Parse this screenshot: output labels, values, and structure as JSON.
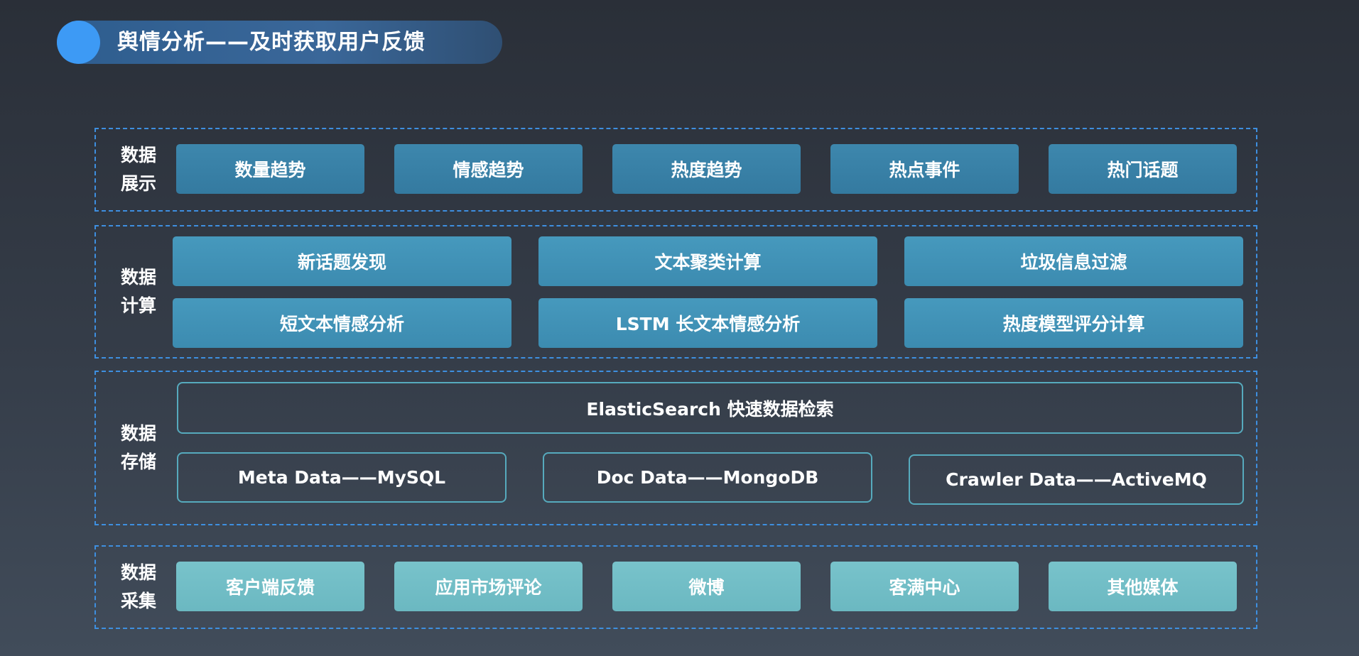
{
  "title": "舆情分析——及时获取用户反馈",
  "layers": {
    "display": {
      "label": "数据展示",
      "label_line1": "数据",
      "label_line2": "展示",
      "items": [
        "数量趋势",
        "情感趋势",
        "热度趋势",
        "热点事件",
        "热门话题"
      ]
    },
    "compute": {
      "label": "数据计算",
      "label_line1": "数据",
      "label_line2": "计算",
      "items": [
        "新话题发现",
        "文本聚类计算",
        "垃圾信息过滤",
        "短文本情感分析",
        "LSTM 长文本情感分析",
        "热度模型评分计算"
      ]
    },
    "storage": {
      "label": "数据存储",
      "label_line1": "数据",
      "label_line2": "存储",
      "search": "ElasticSearch 快速数据检索",
      "items": [
        "Meta Data——MySQL",
        "Doc Data——MongoDB",
        "Crawler Data——ActiveMQ"
      ]
    },
    "collect": {
      "label": "数据采集",
      "label_line1": "数据",
      "label_line2": "采集",
      "items": [
        "客户端反馈",
        "应用市场评论",
        "微博",
        "客满中心",
        "其他媒体"
      ]
    }
  },
  "colors": {
    "background": "#2f3540",
    "dashed_border": "#3e8fe0",
    "display_box": "#3a82a8",
    "compute_box": "#4293b8",
    "storage_border": "#56aabd",
    "collect_box": "#72bec7",
    "title_dot": "#3d9af5"
  }
}
